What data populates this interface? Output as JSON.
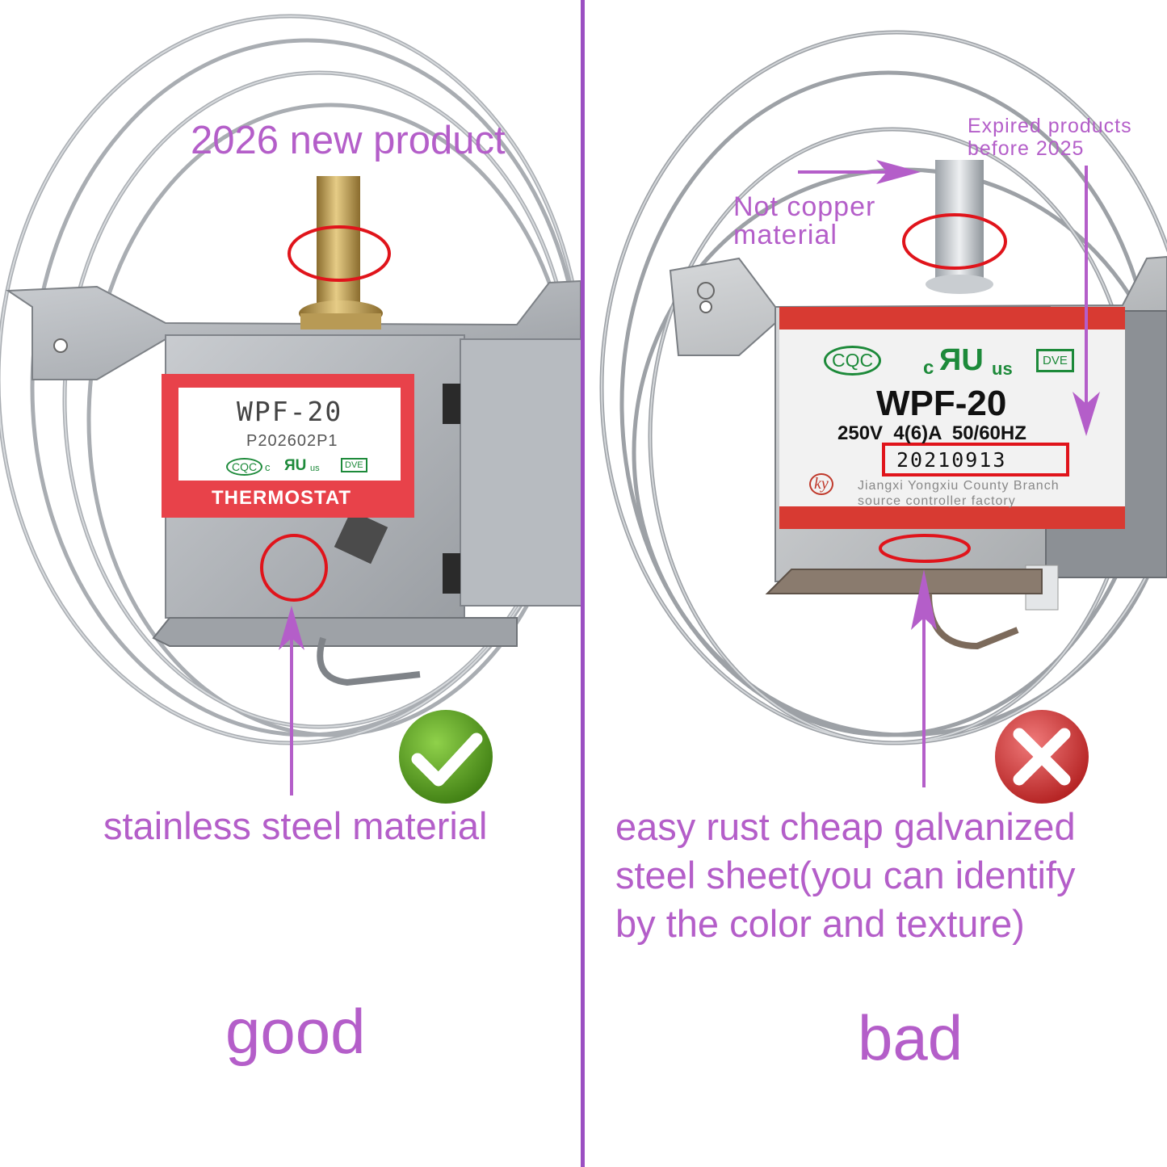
{
  "left": {
    "headline": "2026 new product",
    "material_note": "stainless steel material",
    "verdict": "good",
    "label": {
      "model": "WPF-20",
      "serial": "P202602P1",
      "cert_cqc": "CQC",
      "cert_c": "c",
      "cert_ul": "ЯU",
      "cert_us": "us",
      "cert_vde": "DVE",
      "footer": "THERMOSTAT"
    },
    "badge_icon": "check-icon"
  },
  "right": {
    "expired_note_line1": "Expired products",
    "expired_note_line2": "before 2025",
    "copper_note_line1": "Not copper",
    "copper_note_line2": "material",
    "material_note_line1": "easy rust cheap galvanized",
    "material_note_line2": "steel sheet(you can identify",
    "material_note_line3": "by the color and texture)",
    "verdict": "bad",
    "label": {
      "cert_cqc": "CQC",
      "cert_c": "c",
      "cert_ul": "ЯU",
      "cert_us": "us",
      "cert_vde": "DVE",
      "model": "WPF-20",
      "rating": "250V  4(6)A  50/60HZ",
      "date_code": "20210913",
      "maker_logo": "ky",
      "maker_line1": "Jiangxi Yongxiu County Branch",
      "maker_line2": "source controller factory"
    },
    "badge_icon": "cross-icon"
  },
  "colors": {
    "annotation_purple": "#b45ec9",
    "divider_purple": "#9b4fc2",
    "highlight_red": "#e0141b",
    "good_green": "#5aa420",
    "bad_red": "#d63a3a",
    "label_red": "#e8424a"
  }
}
